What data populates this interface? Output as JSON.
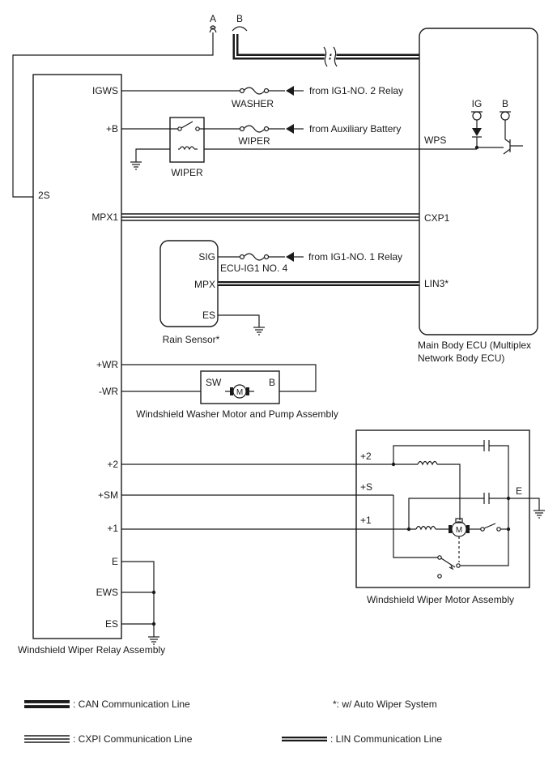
{
  "connectors": {
    "a": "A",
    "b": "B"
  },
  "relay_assembly": {
    "label": "Windshield Wiper Relay Assembly",
    "pins": {
      "igws": "IGWS",
      "plus_b": "+B",
      "two_s": "2S",
      "mpx1": "MPX1",
      "plus_wr": "+WR",
      "minus_wr": "-WR",
      "plus_2": "+2",
      "plus_sm": "+SM",
      "plus_1": "+1",
      "e": "E",
      "ews": "EWS",
      "es": "ES"
    }
  },
  "fuses": {
    "washer": "WASHER",
    "wiper": "WIPER",
    "ecu_ig1": "ECU-IG1 NO. 4"
  },
  "sources": {
    "ig1_no2": "from IG1-NO. 2 Relay",
    "aux_battery": "from Auxiliary Battery",
    "ig1_no1": "from IG1-NO. 1 Relay"
  },
  "wiper_relay": {
    "label": "WIPER"
  },
  "main_ecu": {
    "label_line1": "Main Body ECU (Multiplex",
    "label_line2": "Network Body ECU)",
    "pins": {
      "wps": "WPS",
      "cxp1": "CXP1",
      "lin3": "LIN3*",
      "ig": "IG",
      "b": "B"
    }
  },
  "rain_sensor": {
    "label": "Rain Sensor*",
    "pins": {
      "sig": "SIG",
      "mpx": "MPX",
      "es": "ES"
    }
  },
  "washer_motor": {
    "label": "Windshield Washer Motor and Pump Assembly",
    "pins": {
      "sw": "SW",
      "b": "B"
    },
    "motor_symbol": "M"
  },
  "wiper_motor": {
    "label": "Windshield Wiper Motor Assembly",
    "pins": {
      "plus_2": "+2",
      "plus_s": "+S",
      "plus_1": "+1",
      "e": "E"
    },
    "motor_symbol": "M"
  },
  "legend": {
    "can": ": CAN Communication Line",
    "cxpi": ": CXPI Communication Line",
    "lin": ": LIN Communication Line",
    "note": "*: w/ Auto Wiper System"
  },
  "icons": [
    "ground-icon",
    "fuse-icon",
    "arrow-icon",
    "motor-icon",
    "relay-switch-icon",
    "diode-icon",
    "transistor-icon",
    "capacitor-icon",
    "coil-icon"
  ]
}
